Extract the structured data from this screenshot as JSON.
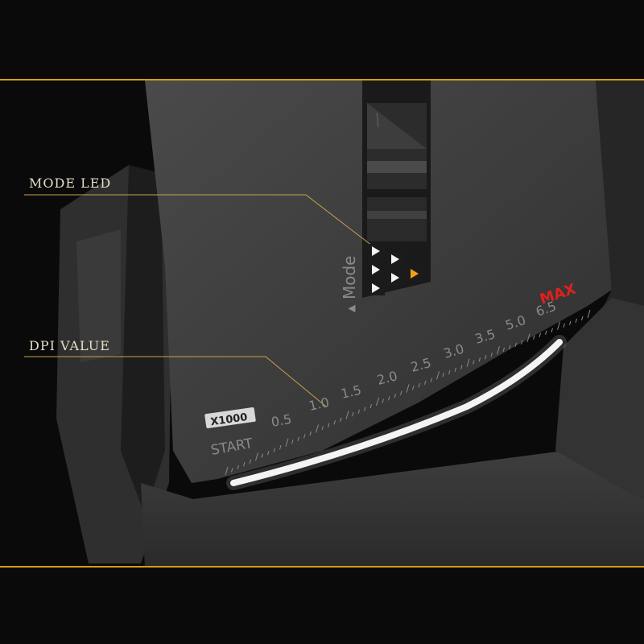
{
  "callouts": {
    "mode_led": "MODE LED",
    "dpi_value": "DPI VALUE"
  },
  "mouse": {
    "model_badge": "X1000",
    "mode_label": "Mode",
    "mode_arrow_symbol": "▲",
    "button_mark": "1",
    "dpi_scale": {
      "start_label": "START",
      "ticks": [
        "0.5",
        "1.0",
        "1.5",
        "2.0",
        "2.5",
        "3.0",
        "3.5",
        "5.0",
        "6.5"
      ],
      "max_label": "MAX"
    },
    "led_count": 6,
    "active_led_index": 5
  },
  "colors": {
    "accent_line": "#d99a12",
    "max_red": "#e02020",
    "led_white": "#f4f4f4",
    "led_amber": "#f2a21a",
    "body": "#3c3c3c"
  }
}
